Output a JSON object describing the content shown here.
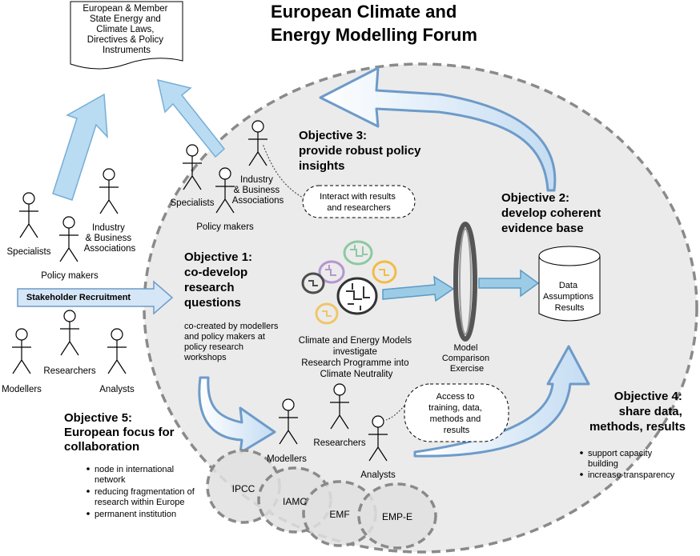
{
  "title": [
    "European Climate and",
    "Energy Modelling Forum"
  ],
  "document": [
    "European & Member",
    "State Energy and",
    "Climate Laws,",
    "Directives & Policy",
    "Instruments"
  ],
  "outside_actors": {
    "specialists": "Specialists",
    "policy_makers": "Policy makers",
    "industry": [
      "Industry",
      "& Business",
      "Associations"
    ],
    "modellers": "Modellers",
    "researchers": "Researchers",
    "analysts": "Analysts"
  },
  "stakeholder_recruitment": "Stakeholder Recruitment",
  "inner_actors": {
    "specialists": "Specialists",
    "policy_makers": "Policy makers",
    "industry": [
      "Industry",
      "& Business",
      "Associations"
    ],
    "modellers": "Modellers",
    "researchers": "Researchers",
    "analysts": "Analysts"
  },
  "objective1": {
    "title": [
      "Objective 1:",
      "co-develop",
      "research",
      "questions"
    ],
    "body": [
      "co-created by modellers",
      "and policy makers at",
      "policy research",
      "workshops"
    ]
  },
  "objective2": {
    "title": [
      "Objective 2:",
      "develop coherent",
      "evidence base"
    ]
  },
  "objective3": {
    "title": [
      "Objective 3:",
      "provide robust policy",
      "insights"
    ]
  },
  "objective4": {
    "title": [
      "Objective 4:",
      "share data,",
      "methods, results"
    ],
    "bullets": [
      [
        "support capacity",
        "building"
      ],
      [
        "increase transparency"
      ]
    ]
  },
  "objective5": {
    "title": [
      "Objective 5:",
      "European focus for",
      "collaboration"
    ],
    "bullets": [
      [
        "node in international",
        "network"
      ],
      [
        "reducing fragmentation of",
        "research within Europe"
      ],
      [
        "permanent institution"
      ]
    ]
  },
  "bubble_interact": [
    "Interact with results",
    "and researchers"
  ],
  "bubble_access": [
    "Access to",
    "training, data,",
    "methods and",
    "results"
  ],
  "models_caption": [
    "Climate and Energy Models",
    "investigate",
    "Research Programme into",
    "Climate Neutrality"
  ],
  "model_comparison": [
    "Model",
    "Comparison",
    "Exercise"
  ],
  "database": [
    "Data",
    "Assumptions",
    "Results"
  ],
  "networks": [
    "IPCC",
    "IAMC",
    "EMF",
    "EMP-E"
  ],
  "colors": {
    "arrow_fill": "#d5e6f6",
    "arrow_stroke": "#6d9bc9",
    "light_arrow_fill": "#b9dcf3",
    "light_arrow_stroke": "#77aed6",
    "circle_fill": "#ebebeb",
    "dash": "#8a8a8a",
    "brain_colors": [
      "#8cc9a2",
      "#b596cf",
      "#f2bc45",
      "#4d4d4d",
      "#5ca9d6",
      "#f0c66a"
    ]
  }
}
